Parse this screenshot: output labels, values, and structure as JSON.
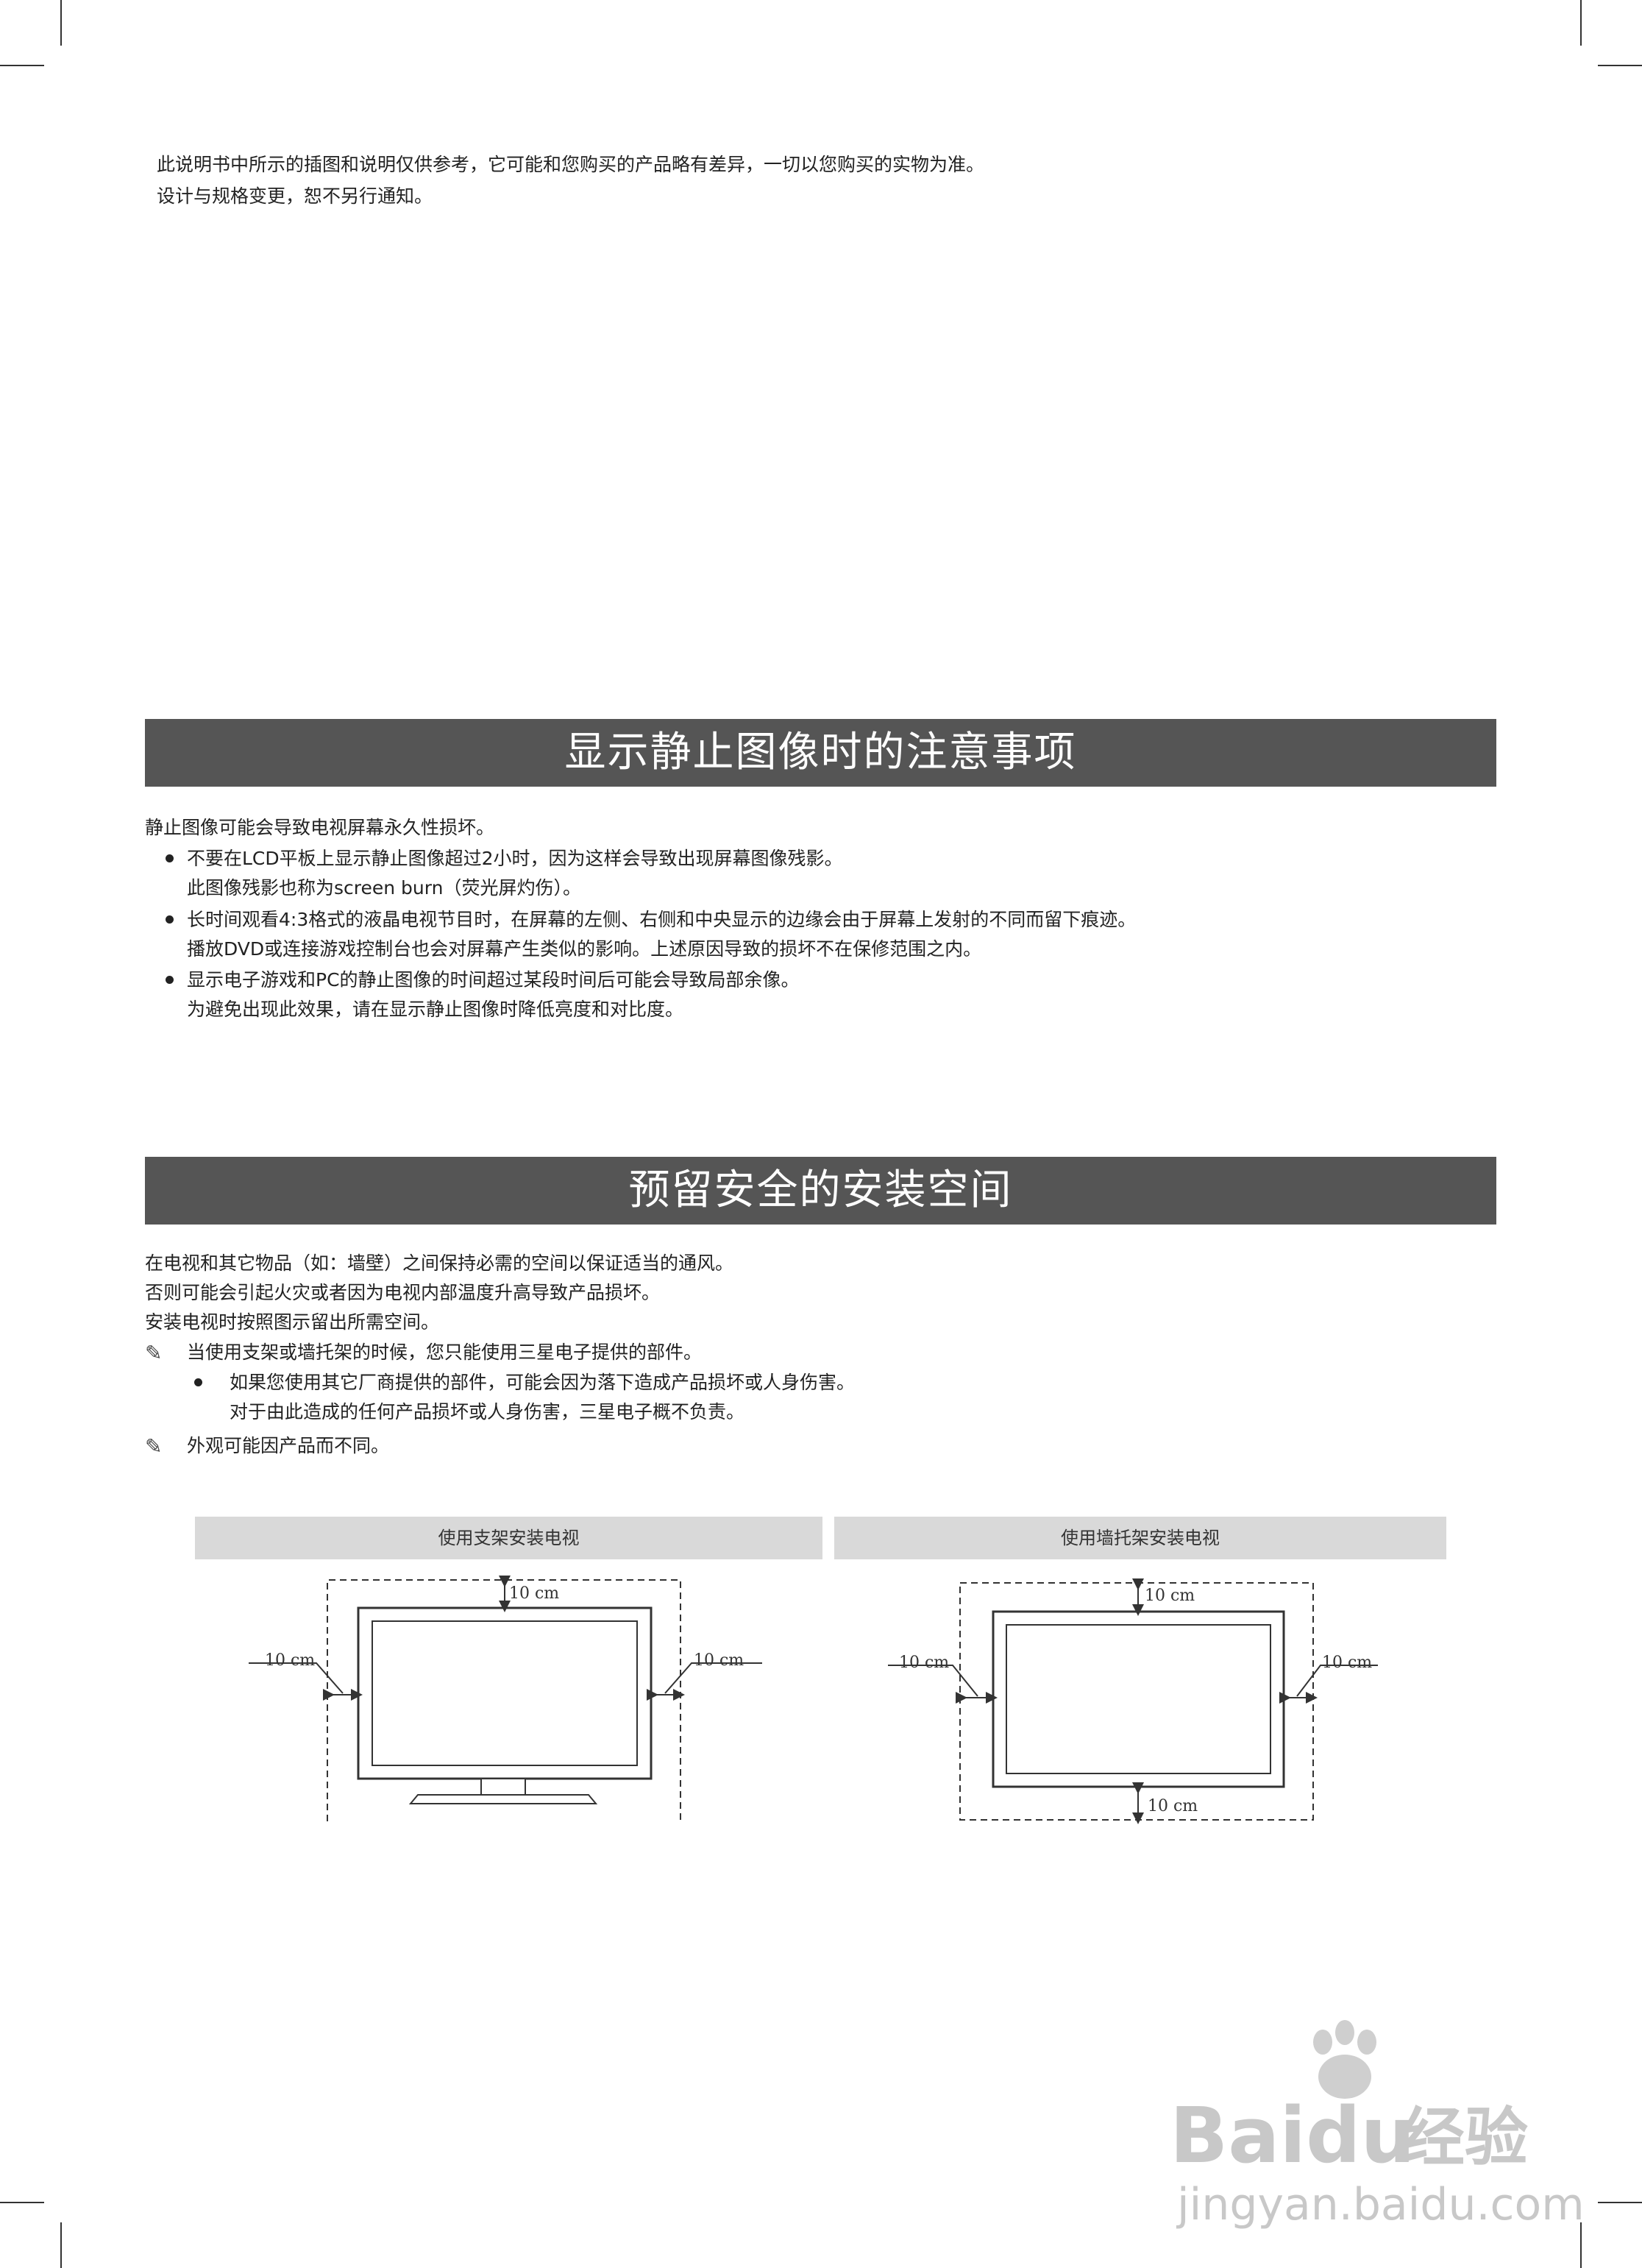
{
  "intro": {
    "line1": "此说明书中所示的插图和说明仅供参考，它可能和您购买的产品略有差异，一切以您购买的实物为准。",
    "line2": "设计与规格变更，恕不另行通知。"
  },
  "still_image": {
    "title": "显示静止图像时的注意事项",
    "lead": "静止图像可能会导致电视屏幕永久性损坏。",
    "bullets": [
      {
        "line1": "不要在LCD平板上显示静止图像超过2小时，因为这样会导致出现屏幕图像残影。",
        "line2": "此图像残影也称为screen  burn（荧光屏灼伤）。"
      },
      {
        "line1": "长时间观看4:3格式的液晶电视节目时，在屏幕的左侧、右侧和中央显示的边缘会由于屏幕上发射的不同而留下痕迹。",
        "line2": "播放DVD或连接游戏控制台也会对屏幕产生类似的影响。上述原因导致的损坏不在保修范围之内。"
      },
      {
        "line1": "显示电子游戏和PC的静止图像的时间超过某段时间后可能会导致局部余像。",
        "line2": "为避免出现此效果，请在显示静止图像时降低亮度和对比度。"
      }
    ]
  },
  "install_space": {
    "title": "预留安全的安装空间",
    "lead1": "在电视和其它物品（如：墙壁）之间保持必需的空间以保证适当的通风。",
    "lead2": "否则可能会引起火灾或者因为电视内部温度升高导致产品损坏。",
    "lead3": "安装电视时按照图示留出所需空间。",
    "note1": "当使用支架或墙托架的时候，您只能使用三星电子提供的部件。",
    "sub_bullet_line1": "如果您使用其它厂商提供的部件，可能会因为落下造成产品损坏或人身伤害。",
    "sub_bullet_line2": "对于由此造成的任何产品损坏或人身伤害，三星电子概不负责。",
    "note2": "外观可能因产品而不同。",
    "note_icon": "pencil-note-icon"
  },
  "figures": {
    "stand": {
      "caption": "使用支架安装电视",
      "top": "10 cm",
      "left": "10 cm",
      "right": "10 cm"
    },
    "wall": {
      "caption": "使用墙托架安装电视",
      "top": "10 cm",
      "left": "10 cm",
      "right": "10 cm",
      "bottom": "10 cm"
    }
  },
  "watermark": {
    "brand": "Baidu",
    "product": "经验",
    "url": "jingyan.baidu.com",
    "icon": "paw-logo-icon"
  }
}
